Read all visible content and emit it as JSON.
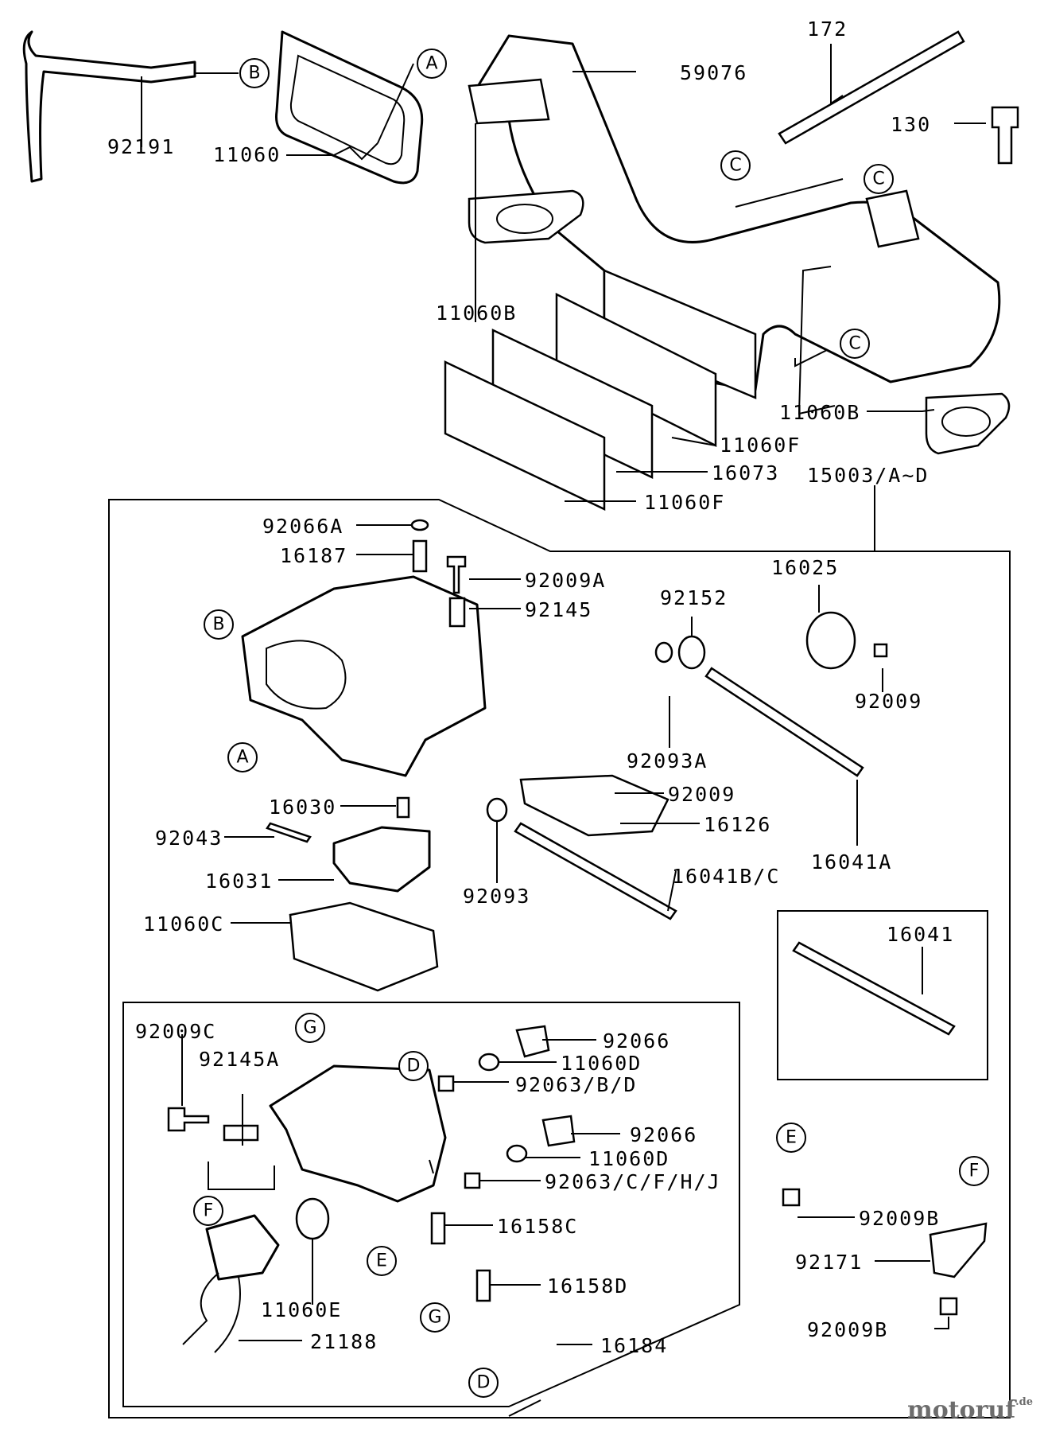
{
  "labels": {
    "p92191": "92191",
    "p11060": "11060",
    "p59076": "59076",
    "p172": "172",
    "p130": "130",
    "p11060B_a": "11060B",
    "p11060B_b": "11060B",
    "p11060F_a": "11060F",
    "p16073": "16073",
    "p11060F_b": "11060F",
    "p15003": "15003/A~D",
    "p92066A": "92066A",
    "p16187": "16187",
    "p92009A": "92009A",
    "p92145": "92145",
    "p92152": "92152",
    "p16025": "16025",
    "p92009_a": "92009",
    "p92093A": "92093A",
    "p92009_b": "92009",
    "p16126": "16126",
    "p16041A": "16041A",
    "p16030": "16030",
    "p92043": "92043",
    "p16031": "16031",
    "p92093": "92093",
    "p16041BC": "16041B/C",
    "p11060C": "11060C",
    "p16041": "16041",
    "p92009C": "92009C",
    "p92145A": "92145A",
    "p92066_a": "92066",
    "p11060D_a": "11060D",
    "p92063BD": "92063/B/D",
    "p92066_b": "92066",
    "p11060D_b": "11060D",
    "p92063CFHJ": "92063/C/F/H/J",
    "p16158C": "16158C",
    "p16158D": "16158D",
    "p11060E": "11060E",
    "p21188": "21188",
    "p16184": "16184",
    "p92009B_a": "92009B",
    "p92171": "92171",
    "p92009B_b": "92009B"
  },
  "refs": {
    "A": "A",
    "B": "B",
    "C": "C",
    "D": "D",
    "E": "E",
    "F": "F",
    "G": "G"
  },
  "watermark": {
    "text": "motoruf",
    "suffix": ".de"
  }
}
